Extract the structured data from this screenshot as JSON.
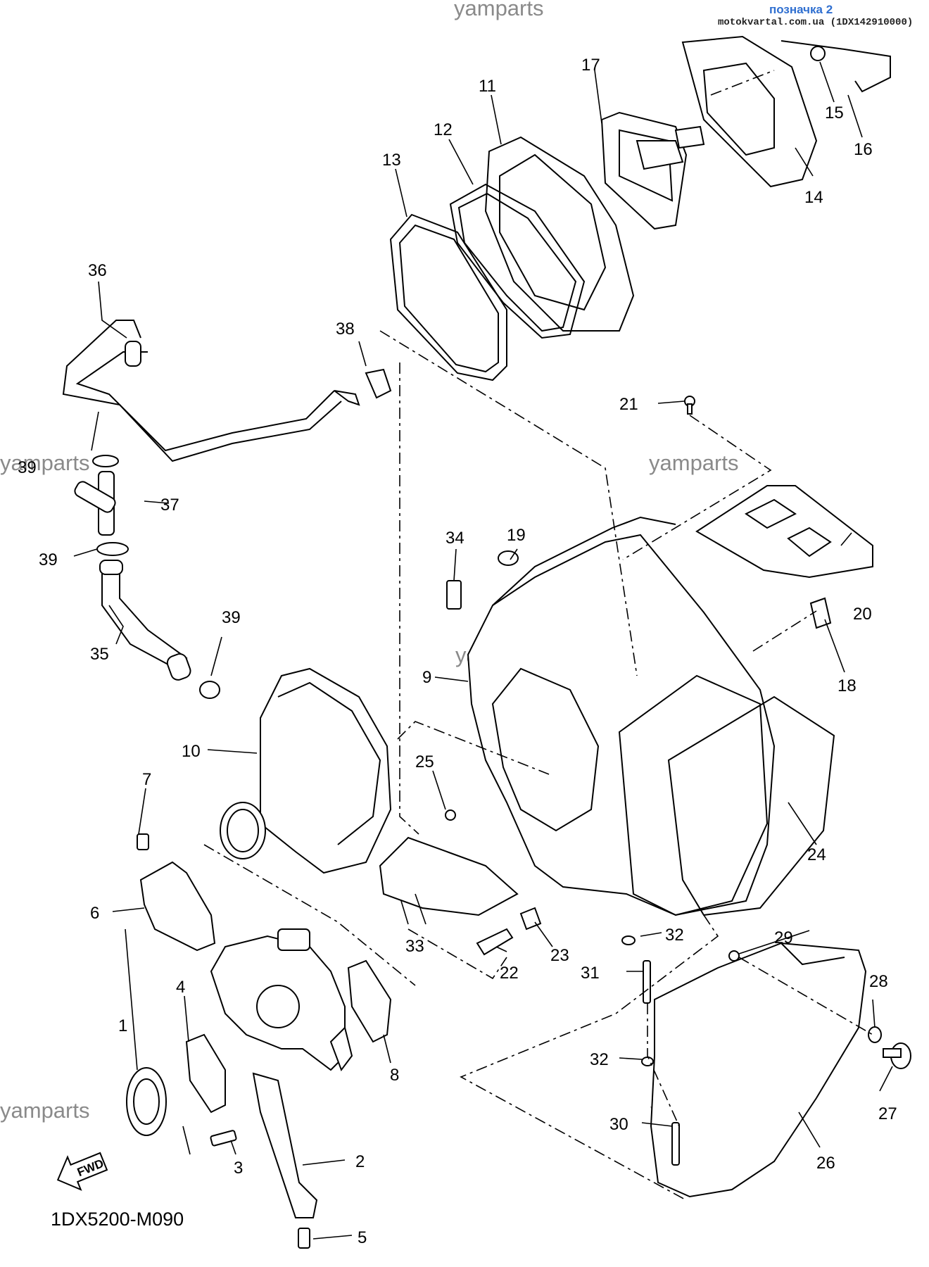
{
  "watermark": "yamparts",
  "header": {
    "link_text": "позначка 2",
    "source_text": "motokvartal.com.ua (1DX142910000)"
  },
  "diagram_code": "1DX5200-M090",
  "fwd_label": "FWD",
  "callouts": [
    {
      "id": "c1",
      "label": "1"
    },
    {
      "id": "c2",
      "label": "2"
    },
    {
      "id": "c3",
      "label": "3"
    },
    {
      "id": "c4",
      "label": "4"
    },
    {
      "id": "c5",
      "label": "5"
    },
    {
      "id": "c6",
      "label": "6"
    },
    {
      "id": "c7",
      "label": "7"
    },
    {
      "id": "c8",
      "label": "8"
    },
    {
      "id": "c9",
      "label": "9"
    },
    {
      "id": "c10",
      "label": "10"
    },
    {
      "id": "c11",
      "label": "11"
    },
    {
      "id": "c12",
      "label": "12"
    },
    {
      "id": "c13",
      "label": "13"
    },
    {
      "id": "c14",
      "label": "14"
    },
    {
      "id": "c15",
      "label": "15"
    },
    {
      "id": "c16",
      "label": "16"
    },
    {
      "id": "c17",
      "label": "17"
    },
    {
      "id": "c18",
      "label": "18"
    },
    {
      "id": "c19",
      "label": "19"
    },
    {
      "id": "c20",
      "label": "20"
    },
    {
      "id": "c21",
      "label": "21"
    },
    {
      "id": "c22",
      "label": "22"
    },
    {
      "id": "c23",
      "label": "23"
    },
    {
      "id": "c24",
      "label": "24"
    },
    {
      "id": "c25",
      "label": "25"
    },
    {
      "id": "c26",
      "label": "26"
    },
    {
      "id": "c27",
      "label": "27"
    },
    {
      "id": "c28",
      "label": "28"
    },
    {
      "id": "c29",
      "label": "29"
    },
    {
      "id": "c30",
      "label": "30"
    },
    {
      "id": "c31",
      "label": "31"
    },
    {
      "id": "c32a",
      "label": "32"
    },
    {
      "id": "c32b",
      "label": "32"
    },
    {
      "id": "c33",
      "label": "33"
    },
    {
      "id": "c34",
      "label": "34"
    },
    {
      "id": "c35",
      "label": "35"
    },
    {
      "id": "c36",
      "label": "36"
    },
    {
      "id": "c37",
      "label": "37"
    },
    {
      "id": "c38",
      "label": "38"
    },
    {
      "id": "c39a",
      "label": "39"
    },
    {
      "id": "c39b",
      "label": "39"
    },
    {
      "id": "c39c",
      "label": "39"
    }
  ]
}
